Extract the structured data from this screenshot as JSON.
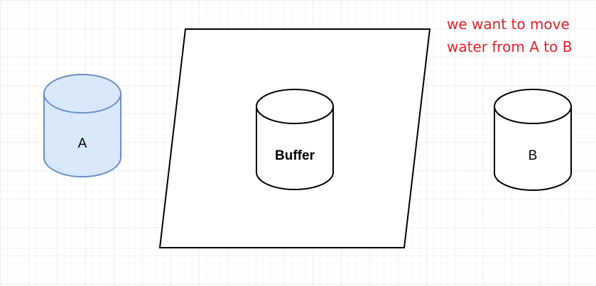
{
  "colors": {
    "grid_minor": "#f1f1f1",
    "grid_major": "#e1e1e1",
    "stroke": "#000000",
    "cylinder_a_fill": "#dae8fc",
    "cylinder_a_stroke": "#6c8ebf",
    "annotation": "#e0202a",
    "background": "#ffffff"
  },
  "nodes": {
    "cylinder_a": {
      "label": "A"
    },
    "buffer": {
      "label": "Buffer"
    },
    "cylinder_b": {
      "label": "B"
    }
  },
  "annotation": {
    "text": "we want to move\nwater from A to B"
  }
}
